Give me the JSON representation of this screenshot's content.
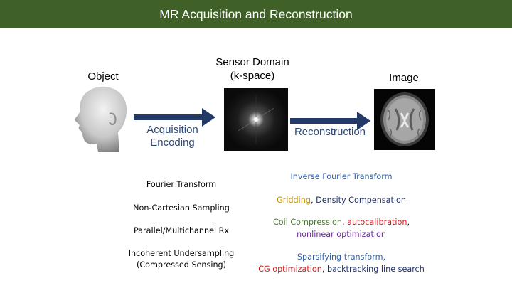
{
  "title": "MR Acquisition and Reconstruction",
  "stages": {
    "object": "Object",
    "sensor_line1": "Sensor Domain",
    "sensor_line2": "(k-space)",
    "image": "Image"
  },
  "arrows": {
    "acquisition_line1": "Acquisition",
    "acquisition_line2": "Encoding",
    "reconstruction": "Reconstruction"
  },
  "left_list": [
    "Fourier Transform",
    "Non-Cartesian Sampling",
    "Parallel/Multichannel Rx",
    "Incoherent Undersampling",
    "(Compressed Sensing)"
  ],
  "right_list": {
    "inverse_ft": "Inverse Fourier Transform",
    "gridding": "Gridding",
    "comma1": ", ",
    "density": "Density Compensation",
    "coil": "Coil Compression",
    "comma2": ", ",
    "autocal": "autocalibration",
    "comma3": ",",
    "nonlinear": "nonlinear optimization",
    "sparsifying": "Sparsifying transform,",
    "cg": "CG optimization",
    "comma4": ", ",
    "backtracking": "backtracking line search"
  },
  "colors": {
    "title_bar": "#3f6127",
    "arrow": "#233a66"
  }
}
